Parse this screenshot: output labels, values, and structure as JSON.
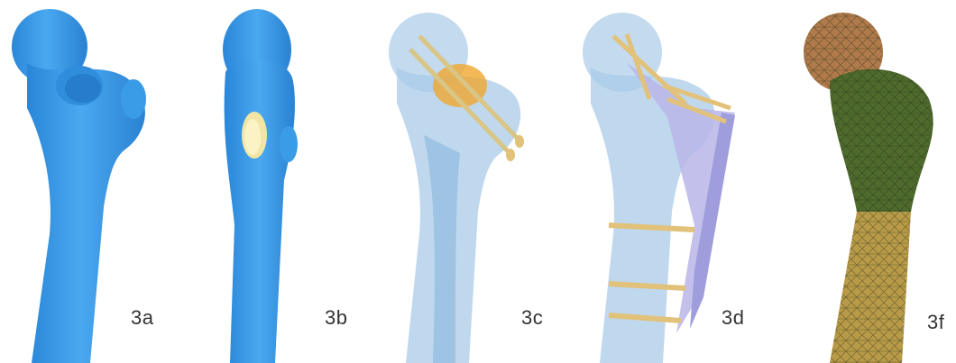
{
  "panels": [
    {
      "label": "3a",
      "description_icon": "femur-solid-icon"
    },
    {
      "label": "3b",
      "description_icon": "femur-cutout-icon"
    },
    {
      "label": "3c",
      "description_icon": "femur-screws-icon"
    },
    {
      "label": "3d",
      "description_icon": "femur-plate-icon"
    },
    {
      "label": "3f",
      "description_icon": "femur-mesh-icon"
    }
  ],
  "colors": {
    "bone_blue": "#3a9be6",
    "bone_translucent": "#a9cbe8",
    "implant_gold": "#e2c27a",
    "plate_lavender": "#b8b6e8",
    "mesh_head": "#b07a4a",
    "mesh_neck": "#4f6a2d",
    "mesh_shaft": "#b89a48"
  }
}
